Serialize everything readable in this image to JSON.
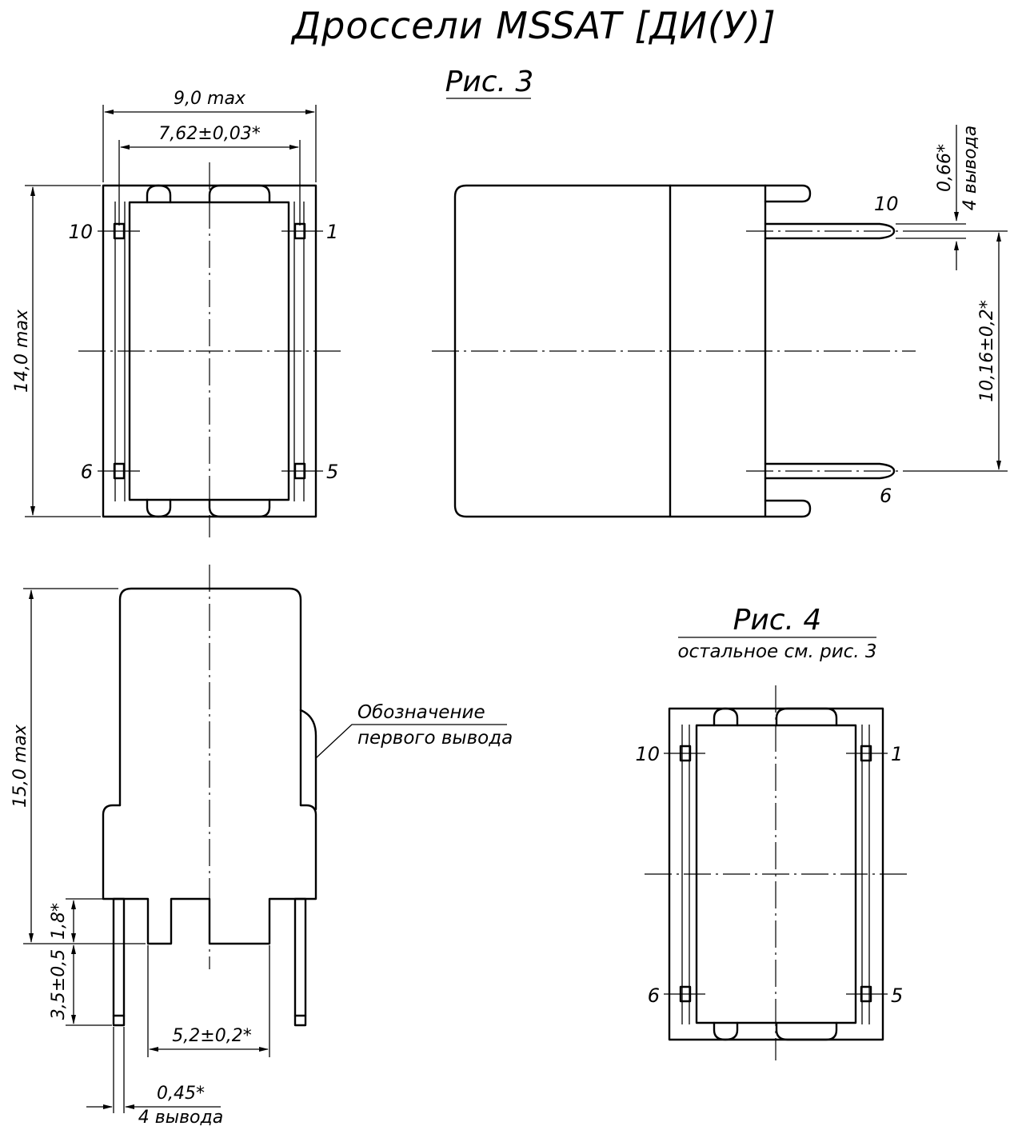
{
  "title": "Дроссели MSSAT [ДИ(У)]",
  "figures": {
    "fig3": {
      "caption": "Рис. 3",
      "dims": {
        "width_max": "9,0 max",
        "pin_pitch_x": "7,62±0,03*",
        "height_max": "14,0 max",
        "pin_dia": "0,66*",
        "pin_dia_count": "4 вывода",
        "pin_pitch_y": "10,16±0,2*",
        "body_height": "15,0 max",
        "standoff": "1,8*",
        "lead_length": "3,5±0,5",
        "slot_width": "5,2±0,2*",
        "lead_width": "0,45*",
        "lead_count": "4 вывода"
      },
      "pins": {
        "p10": "10",
        "p1": "1",
        "p6": "6",
        "p5": "5"
      },
      "marker_note": {
        "line1": "Обозначение",
        "line2": "первого вывода"
      }
    },
    "fig4": {
      "caption": "Рис. 4",
      "subcaption": "остальное см. рис. 3",
      "pins": {
        "p10": "10",
        "p1": "1",
        "p6": "6",
        "p5": "5"
      }
    }
  }
}
